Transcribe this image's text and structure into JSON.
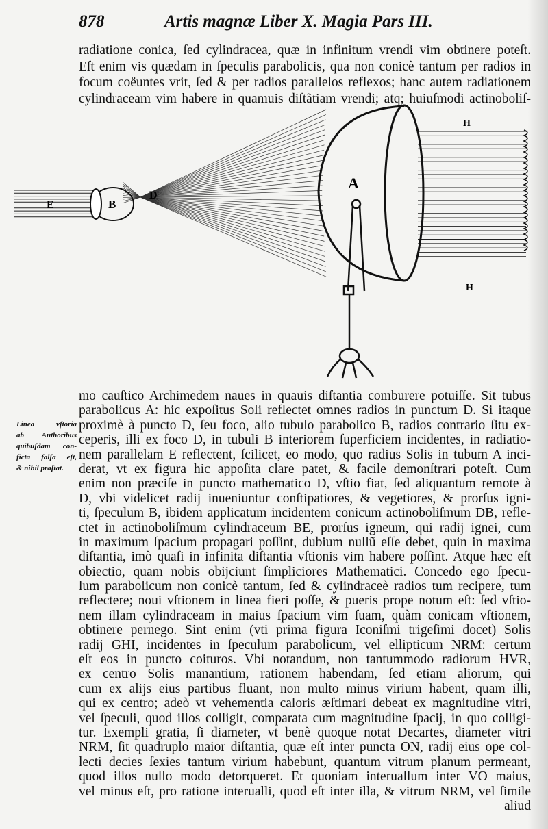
{
  "header": {
    "page_number": "878",
    "running_head": "Artis magnæ Liber X. Magia Pars III."
  },
  "top_lines": [
    "radiatione conica, ſed cylindracea, quæ in infinitum vrendi vim obtinere poteſt.",
    "Eſt enim vis quædam in ſpeculis parabolicis, qua non conicè tantum per radios in",
    "focum coëuntes vrit, ſed & per radios parallelos reflexos; hanc autem radiationem",
    "cylindraceam vim habere in quamuis diſtãtiam vrendi; atq; huiuſmodi actinoboliſ-"
  ],
  "figure": {
    "labels": {
      "E": "E",
      "B": "B",
      "D": "D",
      "A": "A",
      "H_top": "H",
      "H_bottom": "H"
    }
  },
  "bottom_lines": [
    "mo cauſtico Archimedem naues in quauis diſtantia comburere potuiſſe. Sit tubus",
    "parabolicus A: hic expoſitus Soli reflectet omnes radios in punctum D. Si itaque",
    "proximè à puncto D, ſeu foco, alio tubulo parabolico B, radios contrario ſitu ex-",
    "ceperis, illi ex foco D, in tubuli B interiorem ſuperficiem incidentes, in radiatio-",
    "nem parallelam E reflectent, ſcilicet, eo modo, quo radius Solis in tubum A inci-",
    "derat, vt ex figura hic appoſita clare patet, & facile demonſtrari poteſt. Cum",
    "enim non præciſe in puncto mathematico D, vſtio fiat, ſed aliquantum remote à",
    "D, vbi videlicet radij inueniuntur conſtipatiores, & vegetiores, & prorſus igni-",
    "ti, ſpeculum B, ibidem applicatum incidentem conicum actinoboliſmum DB, refle-",
    "ctet in actinoboliſmum cylindraceum BE, prorſus igneum, qui radij ignei, cum",
    "in maximum ſpacium propagari poſſint, dubium nullũ eſſe debet, quin in maxima",
    "diſtantia, imò quaſi in infinita diſtantia vſtionis vim habere poſſint. Atque hæc eſt",
    "obiectio, quam nobis obijciunt ſimpliciores Mathematici. Concedo ego ſpecu-",
    "lum parabolicum non conicè tantum, ſed & cylindraceè radios tum recipere, tum",
    "reflectere; noui vſtionem in linea fieri poſſe, & pueris prope notum eſt: ſed vſtio-",
    "nem illam cylindraceam in maius ſpacium vim ſuam, quàm conicam vſtionem,",
    "obtinere pernego. Sint enim (vti prima figura Iconiſmi trigeſimi docet) Solis",
    "radij GHI, incidentes in ſpeculum parabolicum, vel ellipticum NRM: certum",
    "eſt eos in puncto coituros. Vbi notandum, non tantummodo radiorum HVR,",
    "ex centro Solis manantium, rationem habendam, ſed etiam aliorum, qui",
    "cum ex alijs eius partibus fluant, non multo minus virium habent, quam illi,",
    "qui ex centro; adeò vt vehementia caloris æſtimari debeat ex magnitudine vitri,",
    "vel ſpeculi, quod illos colligit, comparata cum magnitudine ſpacij, in quo colligi-",
    "tur. Exempli gratia, ſi diameter, vt benè quoque notat Decartes, diameter vitri",
    "NRM, ſit quadruplo maior diſtantia, quæ eſt inter puncta ON, radij eius ope col-",
    "lecti decies ſexies tantum virium habebunt, quantum vitrum planum permeant,",
    "quod illos nullo modo detorqueret. Et quoniam interuallum inter VO maius,",
    "vel minus eſt, pro ratione interualli, quod eſt inter illa, & vitrum NRM, vel ſimile"
  ],
  "catchword": "aliud",
  "marginal_note": [
    "Linea vſtoria",
    "ab Authoribus",
    "quibuſdam con-",
    "ficta falſa eſt,",
    "& nihil praſtat."
  ]
}
